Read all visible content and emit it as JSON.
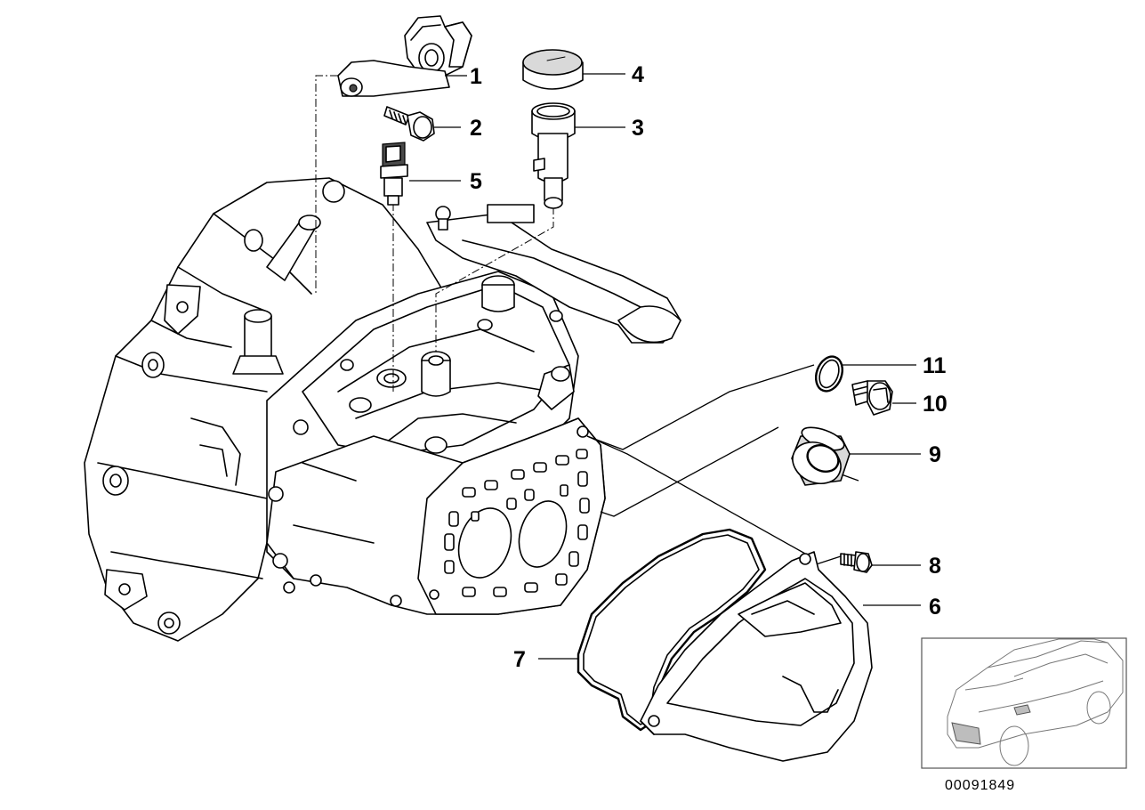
{
  "diagram": {
    "callouts": [
      {
        "id": "1",
        "label": "1"
      },
      {
        "id": "2",
        "label": "2"
      },
      {
        "id": "3",
        "label": "3"
      },
      {
        "id": "4",
        "label": "4"
      },
      {
        "id": "5",
        "label": "5"
      },
      {
        "id": "6",
        "label": "6"
      },
      {
        "id": "7",
        "label": "7"
      },
      {
        "id": "8",
        "label": "8"
      },
      {
        "id": "9",
        "label": "9"
      },
      {
        "id": "10",
        "label": "10"
      },
      {
        "id": "11",
        "label": "11"
      }
    ],
    "reference_number": "00091849"
  }
}
